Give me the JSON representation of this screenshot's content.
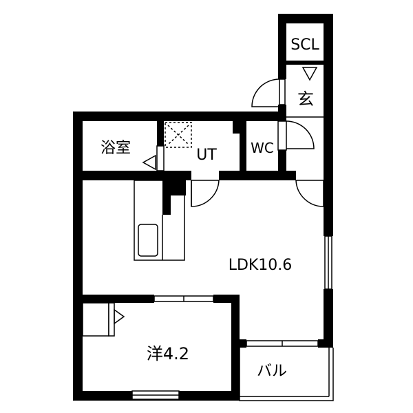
{
  "rooms": {
    "scl": "SCL",
    "entrance": "玄",
    "bath": "浴室",
    "utility": "UT",
    "toilet": "WC",
    "ldk": "LDK10.6",
    "western": "洋4.2",
    "balcony": "バル"
  },
  "colors": {
    "wall": "#000000",
    "background": "#ffffff",
    "thin_line": "#000000"
  }
}
